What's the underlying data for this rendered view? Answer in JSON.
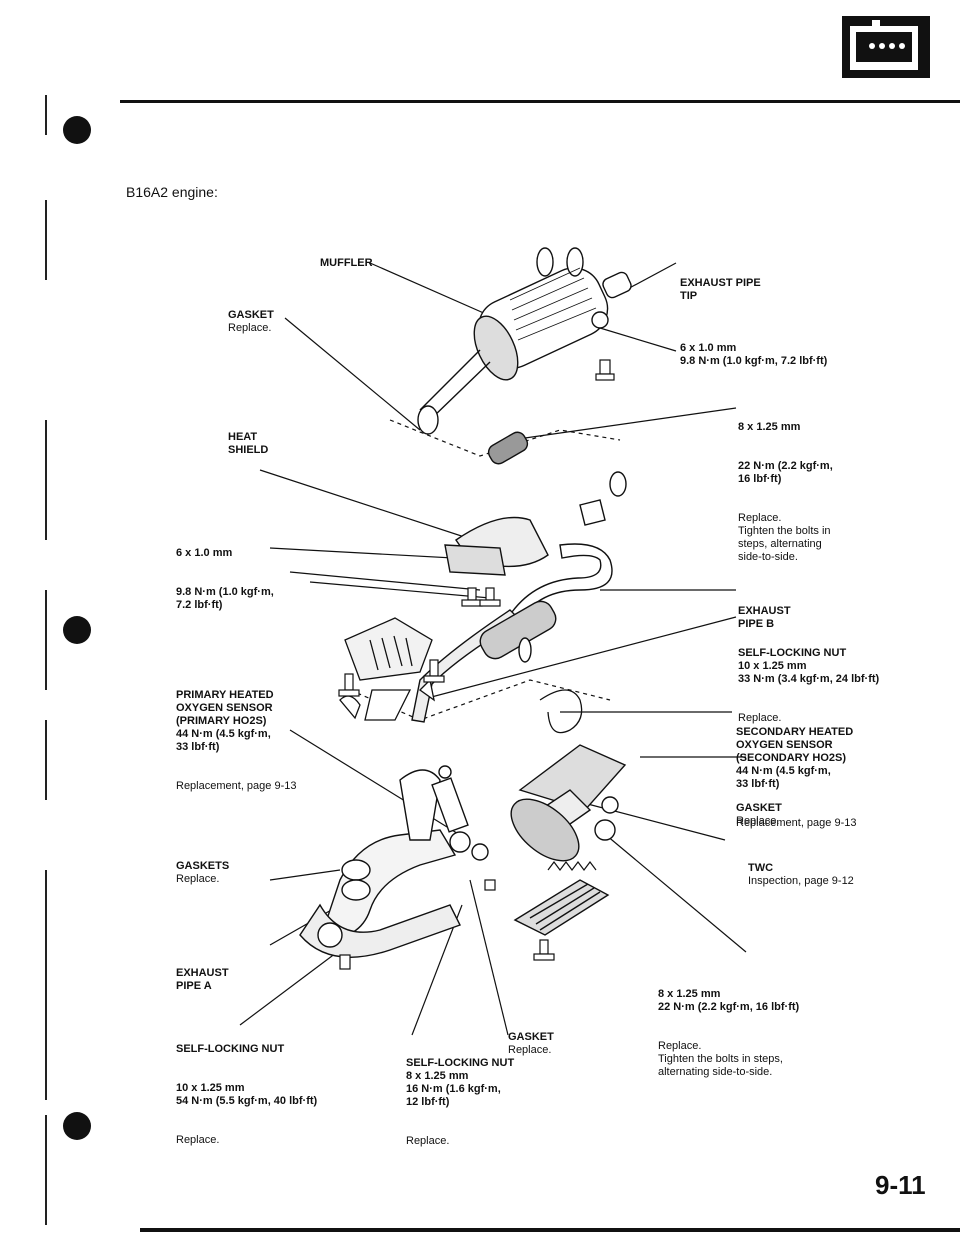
{
  "header": {
    "icon": "engine-section-icon"
  },
  "engine_heading": "B16A2 engine:",
  "labels": {
    "muffler": {
      "title": "MUFFLER"
    },
    "exhaust_pipe_tip": {
      "title": "EXHAUST PIPE\nTIP"
    },
    "gasket_top": {
      "title": "GASKET",
      "note": "Replace."
    },
    "bolt_6x10_top": {
      "spec": "6 x 1.0 mm",
      "torque": "9.8 N·m (1.0 kgf·m, 7.2 lbf·ft)"
    },
    "heat_shield": {
      "title": "HEAT\nSHIELD"
    },
    "bolt_8x125_top": {
      "spec": "8 x 1.25 mm",
      "torque": "22 N·m (2.2 kgf·m,\n16 lbf·ft)",
      "note": "Replace.\nTighten the bolts in\nsteps, alternating\nside-to-side."
    },
    "bolt_6x10_left": {
      "spec": "6 x 1.0 mm",
      "torque": "9.8 N·m (1.0 kgf·m,\n7.2 lbf·ft)"
    },
    "exhaust_pipe_b": {
      "title": "EXHAUST\nPIPE B"
    },
    "self_locking_nut_right": {
      "title": "SELF-LOCKING NUT\n10 x 1.25 mm\n33 N·m (3.4 kgf·m, 24 lbf·ft)",
      "note": "Replace."
    },
    "primary_ho2s": {
      "title": "PRIMARY HEATED\nOXYGEN SENSOR\n(PRIMARY HO2S)\n44 N·m (4.5 kgf·m,\n33 lbf·ft)",
      "note": "Replacement, page 9-13"
    },
    "secondary_ho2s": {
      "title": "SECONDARY HEATED\nOXYGEN SENSOR\n(SECONDARY HO2S)\n44 N·m (4.5 kgf·m,\n33 lbf·ft)",
      "note": "Replacement, page 9-13"
    },
    "gasket_mid": {
      "title": "GASKET",
      "note": "Replace."
    },
    "gaskets_left": {
      "title": "GASKETS",
      "note": "Replace."
    },
    "twc": {
      "title": "TWC",
      "note": "Inspection, page 9-12"
    },
    "exhaust_pipe_a": {
      "title": "EXHAUST\nPIPE A"
    },
    "bolt_8x125_bottom": {
      "title": "8 x 1.25 mm\n22 N·m (2.2 kgf·m, 16 lbf·ft)",
      "note": "Replace.\nTighten the bolts in steps,\nalternating side-to-side."
    },
    "self_locking_nut_left": {
      "title": "SELF-LOCKING NUT",
      "spec": "10 x 1.25 mm\n54 N·m (5.5 kgf·m, 40 lbf·ft)",
      "note": "Replace."
    },
    "self_locking_nut_mid": {
      "title": "SELF-LOCKING NUT\n8 x 1.25 mm\n16 N·m (1.6 kgf·m,\n12 lbf·ft)",
      "note": "Replace."
    },
    "gasket_bottom": {
      "title": "GASKET",
      "note": "Replace."
    }
  },
  "page_number": "9-11"
}
